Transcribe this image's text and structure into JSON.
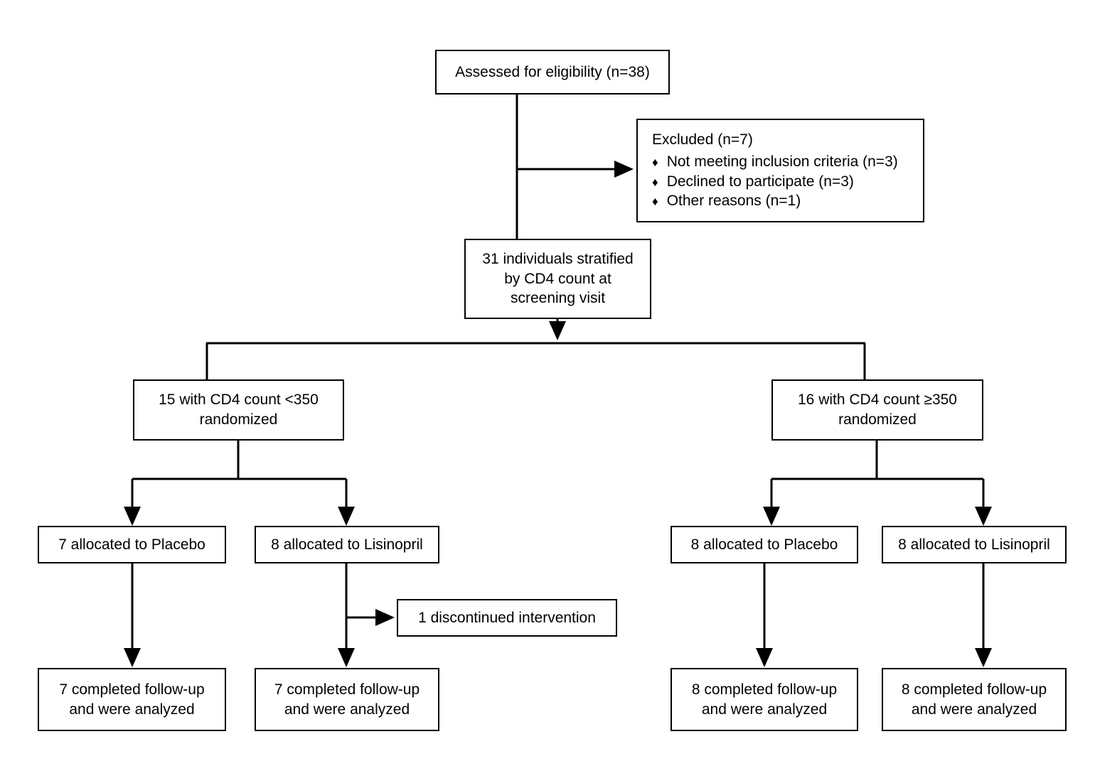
{
  "diagram": {
    "type": "consort-flow-diagram",
    "nodes": {
      "eligibility": {
        "label": "Assessed for eligibility (n=38)",
        "lines": [
          "Assessed for eligibility (n=38)"
        ]
      },
      "excluded": {
        "title": "Excluded  (n=7)",
        "bullets": [
          "Not meeting inclusion criteria (n=3)",
          "Declined to participate (n=3)",
          "Other reasons (n=1)"
        ],
        "bullet_glyph": "♦"
      },
      "stratified": {
        "lines": [
          "31 individuals stratified",
          "by CD4 count at",
          "screening visit"
        ]
      },
      "randomized_low": {
        "lines": [
          "15 with CD4 count <350",
          "randomized"
        ]
      },
      "randomized_high": {
        "lines": [
          "16 with CD4 count ≥350",
          "randomized"
        ]
      },
      "alloc_low_placebo": {
        "lines": [
          "7 allocated to Placebo"
        ]
      },
      "alloc_low_lisinopril": {
        "lines": [
          "8 allocated to Lisinopril"
        ]
      },
      "alloc_high_placebo": {
        "lines": [
          "8 allocated to Placebo"
        ]
      },
      "alloc_high_lisinopril": {
        "lines": [
          "8 allocated to Lisinopril"
        ]
      },
      "discontinued": {
        "lines": [
          "1 discontinued intervention"
        ]
      },
      "followup_low_placebo": {
        "lines": [
          "7 completed follow-up",
          "and were analyzed"
        ]
      },
      "followup_low_lisinopril": {
        "lines": [
          "7 completed follow-up",
          "and were analyzed"
        ]
      },
      "followup_high_placebo": {
        "lines": [
          "8 completed follow-up",
          "and were analyzed"
        ]
      },
      "followup_high_lisinopril": {
        "lines": [
          "8 completed follow-up",
          "and were analyzed"
        ]
      }
    },
    "colors": {
      "stroke": "#000000",
      "fill": "#ffffff",
      "text": "#000000"
    }
  }
}
